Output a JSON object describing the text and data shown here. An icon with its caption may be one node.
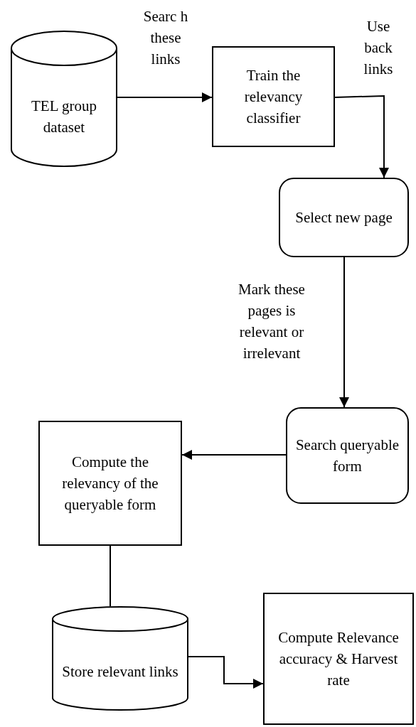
{
  "diagram": {
    "nodes": [
      {
        "text": [
          "TEL group dataset"
        ]
      },
      {
        "text": [
          "Train the relevancy classifier"
        ]
      },
      {
        "text": [
          "Select new page"
        ]
      },
      {
        "text": [
          "Search queryable form"
        ]
      },
      {
        "text": [
          "Compute the relevancy of the queryable form"
        ]
      },
      {
        "text": [
          "Store relevant links"
        ]
      },
      {
        "text": [
          "Compute Relevance accuracy & Harvest rate"
        ]
      }
    ],
    "edges": [
      {
        "from": 0,
        "to": 1,
        "arrow": "to",
        "label": "Searc h these links"
      },
      {
        "from": 1,
        "to": 2,
        "arrow": "to",
        "label": "Use back links"
      },
      {
        "from": 2,
        "to": 3,
        "arrow": "to",
        "label": "Mark these pages is relevant or irrelevant"
      },
      {
        "from": 3,
        "to": 4,
        "arrow": "to"
      },
      {
        "from": 4,
        "to": 5,
        "arrow": "none"
      },
      {
        "from": 5,
        "to": 6,
        "arrow": "to"
      }
    ]
  }
}
